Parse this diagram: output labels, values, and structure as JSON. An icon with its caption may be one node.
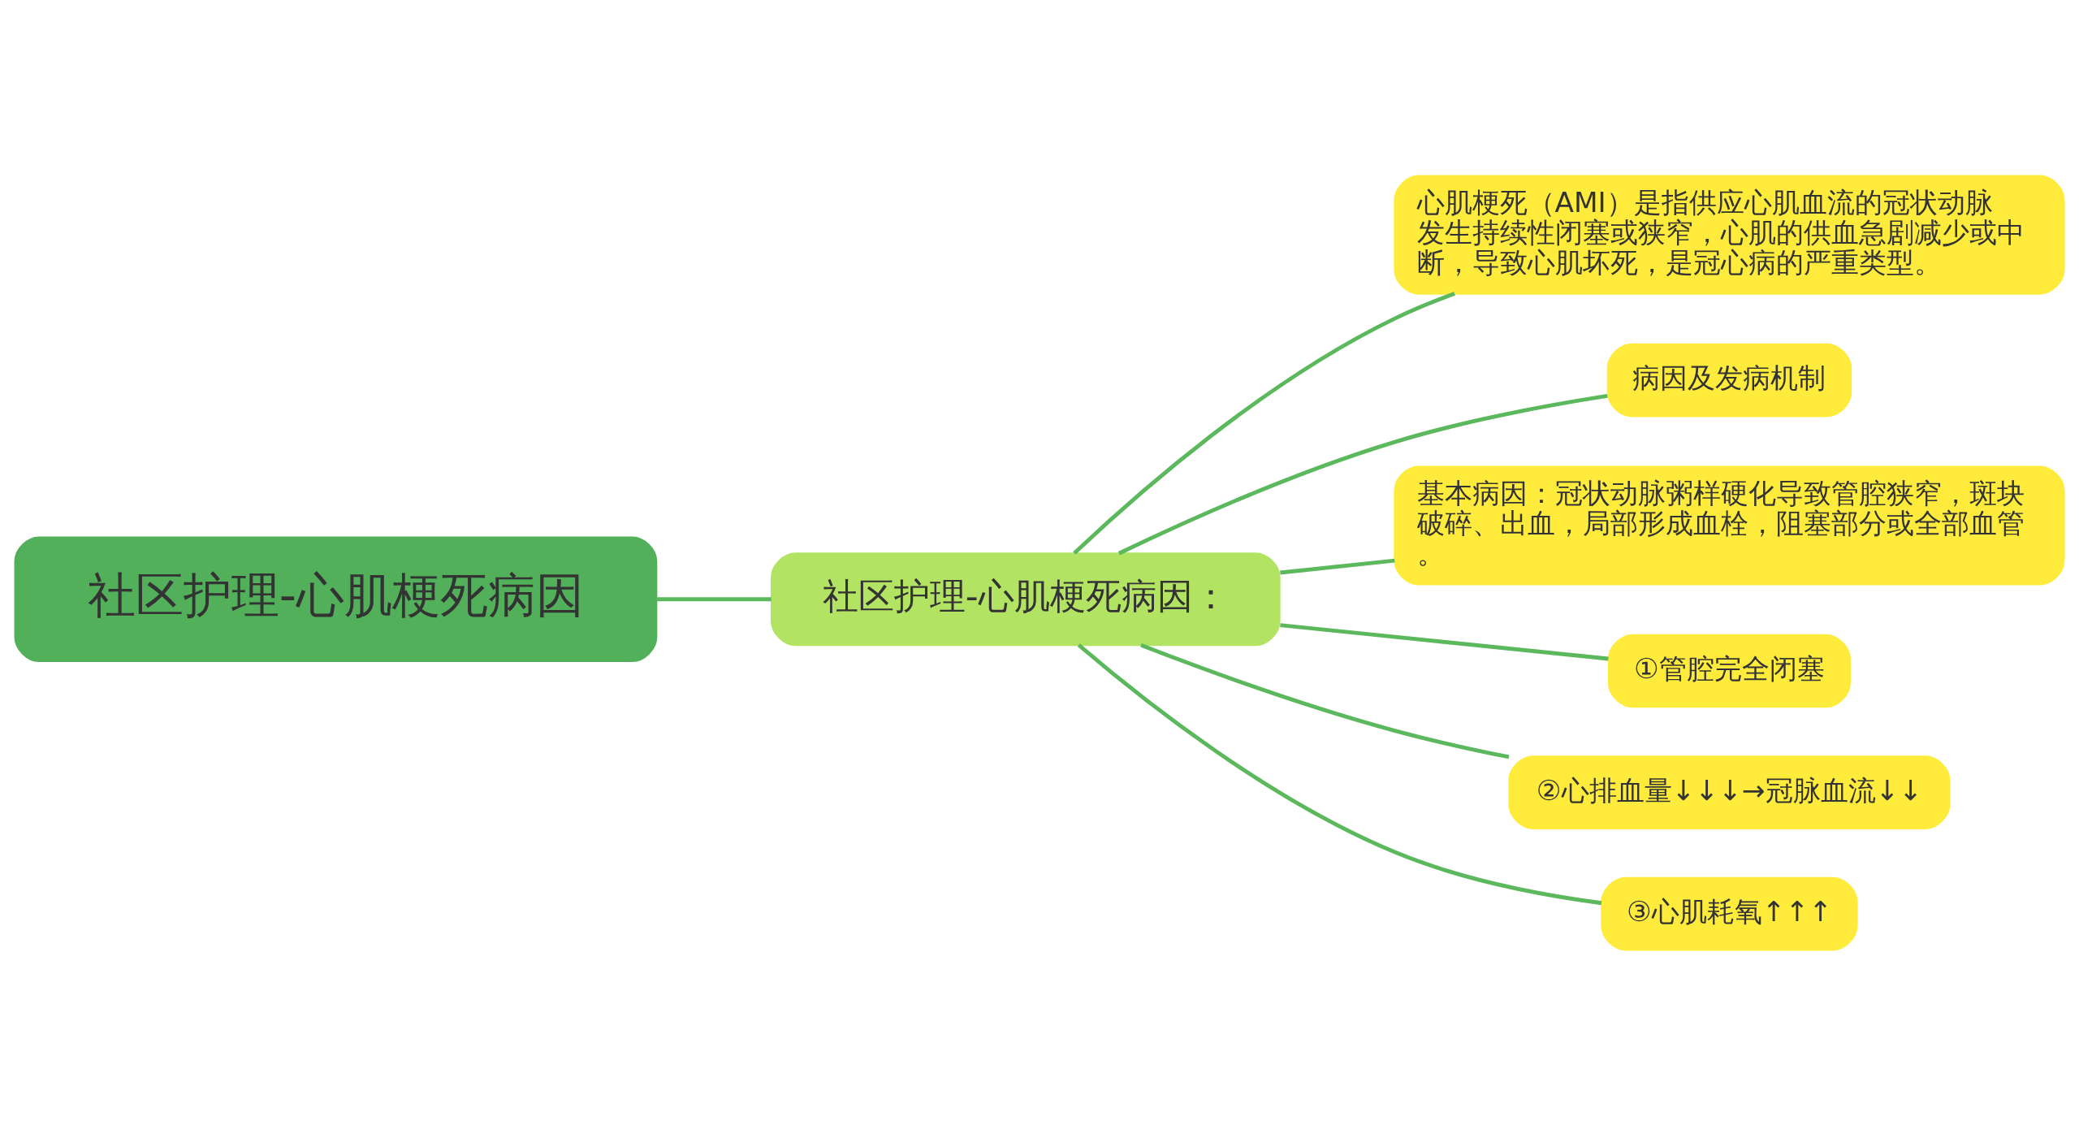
{
  "diagram": {
    "nodes": [
      {
        "text": [
          "社区护理-心肌梗死病因"
        ]
      },
      {
        "text": [
          "社区护理-心肌梗死病因："
        ]
      },
      {
        "text": [
          "心肌梗死（AMI）是指供应心肌血流的冠状动脉发生持续性闭塞或狭窄，心肌的供血急剧减少或中断，导致心肌坏死，是冠心病的严重类型。"
        ]
      },
      {
        "text": [
          "病因及发病机制"
        ]
      },
      {
        "text": [
          "基本病因：冠状动脉粥样硬化导致管腔狭窄，斑块破碎、出血，局部形成血栓，阻塞部分或全部血管。"
        ]
      },
      {
        "text": [
          "①管腔完全闭塞"
        ]
      },
      {
        "text": [
          "②心排血量↓↓↓→冠脉血流↓↓"
        ]
      },
      {
        "text": [
          "③心肌耗氧↑↑↑"
        ]
      }
    ],
    "edges": [
      {
        "from": 0,
        "to": 1,
        "arrow": "none"
      },
      {
        "from": 1,
        "to": 2,
        "arrow": "none"
      },
      {
        "from": 1,
        "to": 3,
        "arrow": "none"
      },
      {
        "from": 1,
        "to": 4,
        "arrow": "none"
      },
      {
        "from": 1,
        "to": 5,
        "arrow": "none"
      },
      {
        "from": 1,
        "to": 6,
        "arrow": "none"
      },
      {
        "from": 1,
        "to": 7,
        "arrow": "none"
      }
    ]
  }
}
